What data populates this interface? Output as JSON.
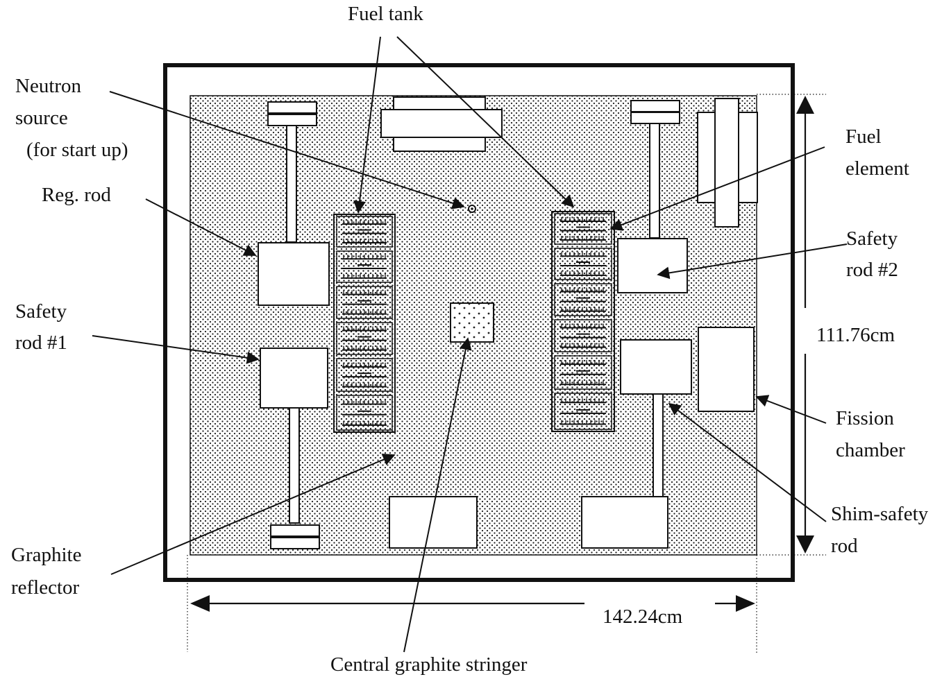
{
  "labels": {
    "fuel_tank": "Fuel tank",
    "neutron_source": [
      "Neutron",
      "source",
      "(for start up)"
    ],
    "reg_rod": "Reg. rod",
    "safety_rod_1": [
      "Safety",
      "rod #1"
    ],
    "graphite_reflector": [
      "Graphite",
      "reflector"
    ],
    "central_stringer": "Central graphite stringer",
    "fuel_element": [
      "Fuel",
      "element"
    ],
    "safety_rod_2": [
      "Safety",
      "rod #2"
    ],
    "fission_chamber": [
      "Fission",
      "chamber"
    ],
    "shim_safety_rod": [
      "Shim-safety",
      "rod"
    ]
  },
  "dimensions": {
    "height": "111.76cm",
    "width": "142.24cm"
  },
  "colors": {
    "ink": "#111111",
    "background": "#ffffff"
  }
}
